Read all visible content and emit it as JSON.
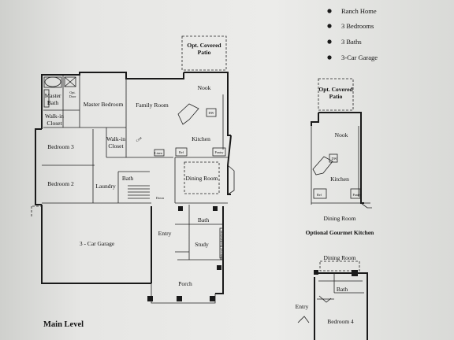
{
  "features": [
    "Ranch Home",
    "3 Bedrooms",
    "3 Baths",
    "3-Car Garage"
  ],
  "main": {
    "patio": [
      "Opt. Covered",
      "Patio"
    ],
    "nook": "Nook",
    "family": "Family Room",
    "master_bedroom": "Master Bedroom",
    "master_bath": [
      "Master",
      "Bath"
    ],
    "opt_door": [
      "Opt.",
      "Door"
    ],
    "walkin1": [
      "Walk-in",
      "Closet"
    ],
    "walkin2": [
      "Walk-in",
      "Closet"
    ],
    "bedroom3": "Bedroom 3",
    "bedroom2": "Bedroom 2",
    "bath": "Bath",
    "laundry": "Laundry",
    "linen": "Linen",
    "coat": [
      "Coat"
    ],
    "kitchen": "Kitchen",
    "dw": "DW",
    "ref": "Ref",
    "pantry": "Pantry",
    "dining": "Dining Room",
    "down": "Down",
    "bath2": "Bath",
    "entry": "Entry",
    "study": "Study",
    "bookshelves": "Optional Bookshelves",
    "garage": "3 - Car Garage",
    "porch": "Porch",
    "level": "Main Level"
  },
  "gourmet": {
    "patio": [
      "Opt. Covered",
      "Patio"
    ],
    "nook": "Nook",
    "dw": "DW",
    "kitchen": "Kitchen",
    "ref": "Ref",
    "pantry": "Pantry",
    "dining": "Dining Room",
    "caption": "Optional Gourmet Kitchen"
  },
  "bed4": {
    "dining": "Dining Room",
    "bath": "Bath",
    "entry": "Entry",
    "bedroom": "Bedroom 4"
  }
}
